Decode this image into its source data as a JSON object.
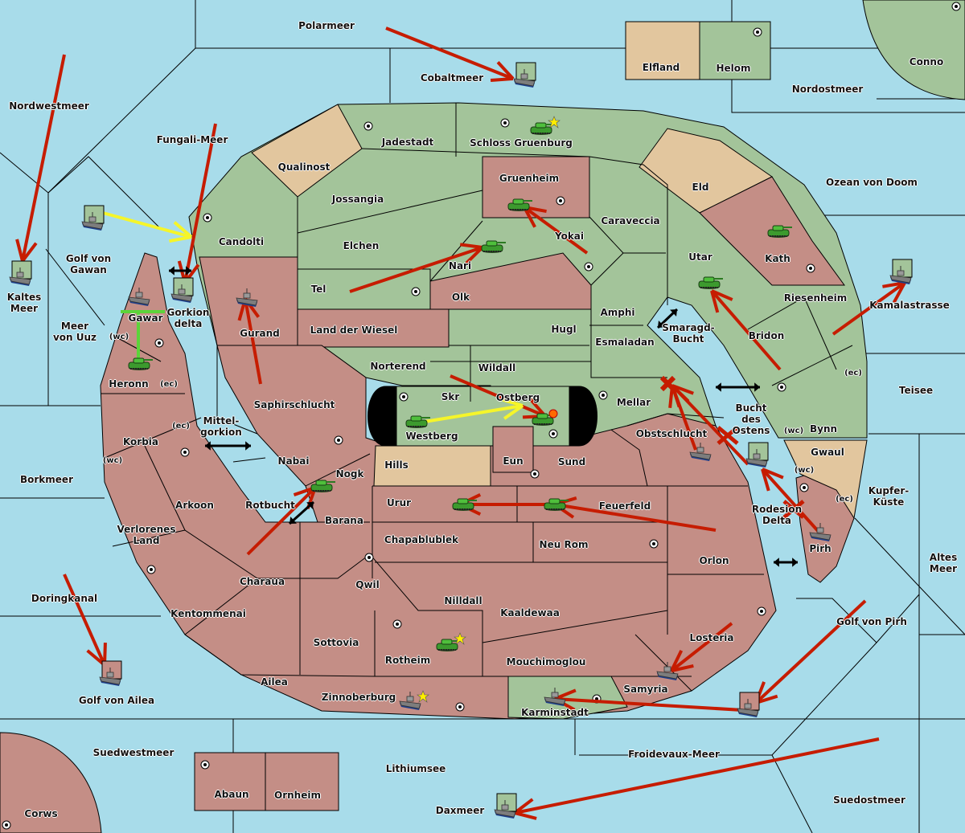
{
  "colors": {
    "sea": "#a8dcea",
    "land_green": "#a3c49a",
    "land_red": "#c48e86",
    "land_neutral": "#e2c69e",
    "border": "#000000",
    "order_move": "#c61c00",
    "order_support": "#f5f52a",
    "order_convoy": "#5cd43a",
    "unit_army": "#3c9a2e",
    "unit_fleet_hull": "#777777"
  },
  "provinces": {
    "sea": [
      "Polarmeer",
      "Cobaltmeer",
      "Nordwestmeer",
      "Fungali-Meer",
      "Golf von Gawan",
      "Kaltes Meer",
      "Meer von Uuz",
      "Gorkion delta",
      "Mittel-gorkion",
      "Borkmeer",
      "Rotbucht",
      "Doringkanal",
      "Golf von Ailea",
      "Suedwestmeer",
      "Lithiumsee",
      "Daxmeer",
      "Froidevaux-Meer",
      "Suedostmeer",
      "Golf von Pirh",
      "Altes Meer",
      "Kupfer-Küste",
      "Teisee",
      "Kamalastrasse",
      "Ozean von Doom",
      "Nordostmeer",
      "Smaragd-Bucht",
      "Bucht des Ostens",
      "Rodesion Delta"
    ],
    "green": [
      "Helom",
      "Conno",
      "Jadestadt",
      "Schloss Gruenburg",
      "Candolti",
      "Jossangia",
      "Elchen",
      "Nari",
      "Tel",
      "Caraveccia",
      "Yokai",
      "Utar",
      "Amphi",
      "Hugl",
      "Esmaladan",
      "Riesenheim",
      "Bridon",
      "Bynn",
      "Norterend",
      "Wildall",
      "Skr",
      "Westberg",
      "Ostberg",
      "Mellar",
      "Karminstadt"
    ],
    "red": [
      "Gruenheim",
      "Kath",
      "Gurand",
      "Land der Wiesel",
      "Olk",
      "Gawar",
      "Heronn",
      "Korbia",
      "Arkoon",
      "Verlorenes Land",
      "Kentommenai",
      "Charaua",
      "Saphirschlucht",
      "Nabai",
      "Nogk",
      "Barana",
      "Urur",
      "Feuerfeld",
      "Eun",
      "Sund",
      "Obstschlucht",
      "Chapablublek",
      "Neu Rom",
      "Qwil",
      "Nilldall",
      "Kaaldewaa",
      "Sottovia",
      "Rotheim",
      "Mouchimoglou",
      "Ailea",
      "Zinnoberburg",
      "Samyria",
      "Losteria",
      "Orlon",
      "Pirh",
      "Abaun",
      "Ornheim",
      "Corws"
    ],
    "neutral": [
      "Elfland",
      "Qualinost",
      "Eld",
      "Hills",
      "Gwaul"
    ]
  },
  "labels": [
    {
      "id": "polarmeer",
      "text": "Polarmeer"
    },
    {
      "id": "cobaltmeer",
      "text": "Cobaltmeer"
    },
    {
      "id": "elfland",
      "text": "Elfland"
    },
    {
      "id": "helom",
      "text": "Helom"
    },
    {
      "id": "conno",
      "text": "Conno"
    },
    {
      "id": "nordostmeer",
      "text": "Nordostmeer"
    },
    {
      "id": "nordwestmeer",
      "text": "Nordwestmeer"
    },
    {
      "id": "fungali",
      "text": "Fungali-Meer"
    },
    {
      "id": "jadestadt",
      "text": "Jadestadt"
    },
    {
      "id": "schloss",
      "text": "Schloss Gruenburg"
    },
    {
      "id": "qualinost",
      "text": "Qualinost"
    },
    {
      "id": "gruenheim",
      "text": "Gruenheim"
    },
    {
      "id": "eld",
      "text": "Eld"
    },
    {
      "id": "ozean",
      "text": "Ozean von Doom"
    },
    {
      "id": "jossangia",
      "text": "Jossangia"
    },
    {
      "id": "caraveccia",
      "text": "Caraveccia"
    },
    {
      "id": "candolti",
      "text": "Candolti"
    },
    {
      "id": "yokai",
      "text": "Yokai"
    },
    {
      "id": "kath",
      "text": "Kath"
    },
    {
      "id": "elchen",
      "text": "Elchen"
    },
    {
      "id": "nari",
      "text": "Nari"
    },
    {
      "id": "utar",
      "text": "Utar"
    },
    {
      "id": "golfgawan",
      "text": "Golf von\nGawan"
    },
    {
      "id": "kaltes",
      "text": "Kaltes\nMeer"
    },
    {
      "id": "tel",
      "text": "Tel"
    },
    {
      "id": "olk",
      "text": "Olk"
    },
    {
      "id": "riesenheim",
      "text": "Riesenheim"
    },
    {
      "id": "kamala",
      "text": "Kamalastrasse"
    },
    {
      "id": "amphi",
      "text": "Amphi"
    },
    {
      "id": "gawar",
      "text": "Gawar"
    },
    {
      "id": "gorkion",
      "text": "Gorkion\ndelta"
    },
    {
      "id": "meeruuz",
      "text": "Meer\nvon Uuz"
    },
    {
      "id": "gurand",
      "text": "Gurand"
    },
    {
      "id": "wiesel",
      "text": "Land der Wiesel"
    },
    {
      "id": "hugl",
      "text": "Hugl"
    },
    {
      "id": "smaragd",
      "text": "Smaragd-\nBucht"
    },
    {
      "id": "bridon",
      "text": "Bridon"
    },
    {
      "id": "esmaladan",
      "text": "Esmaladan"
    },
    {
      "id": "norterend",
      "text": "Norterend"
    },
    {
      "id": "wildall",
      "text": "Wildall"
    },
    {
      "id": "heronn",
      "text": "Heronn"
    },
    {
      "id": "teisee",
      "text": "Teisee"
    },
    {
      "id": "skr",
      "text": "Skr"
    },
    {
      "id": "ostberg",
      "text": "Ostberg"
    },
    {
      "id": "mellar",
      "text": "Mellar"
    },
    {
      "id": "saphir",
      "text": "Saphirschlucht"
    },
    {
      "id": "bucht",
      "text": "Bucht\ndes\nOstens"
    },
    {
      "id": "mittel",
      "text": "Mittel-\ngorkion"
    },
    {
      "id": "bynn",
      "text": "Bynn"
    },
    {
      "id": "westberg",
      "text": "Westberg"
    },
    {
      "id": "obst",
      "text": "Obstschlucht"
    },
    {
      "id": "korbia",
      "text": "Korbia"
    },
    {
      "id": "nabai",
      "text": "Nabai"
    },
    {
      "id": "hills",
      "text": "Hills"
    },
    {
      "id": "eun",
      "text": "Eun"
    },
    {
      "id": "sund",
      "text": "Sund"
    },
    {
      "id": "gwaul",
      "text": "Gwaul"
    },
    {
      "id": "borkmeer",
      "text": "Borkmeer"
    },
    {
      "id": "nogk",
      "text": "Nogk"
    },
    {
      "id": "kupfer",
      "text": "Kupfer-\nKüste"
    },
    {
      "id": "urur",
      "text": "Urur"
    },
    {
      "id": "feuerfeld",
      "text": "Feuerfeld"
    },
    {
      "id": "arkoon",
      "text": "Arkoon"
    },
    {
      "id": "rotbucht",
      "text": "Rotbucht"
    },
    {
      "id": "rodesion",
      "text": "Rodesion\nDelta"
    },
    {
      "id": "barana",
      "text": "Barana"
    },
    {
      "id": "verlorenes",
      "text": "Verlorenes\nLand"
    },
    {
      "id": "chapa",
      "text": "Chapablublek"
    },
    {
      "id": "neurom",
      "text": "Neu Rom"
    },
    {
      "id": "pirh",
      "text": "Pirh"
    },
    {
      "id": "altes",
      "text": "Altes\nMeer"
    },
    {
      "id": "orlon",
      "text": "Orlon"
    },
    {
      "id": "charaua",
      "text": "Charaua"
    },
    {
      "id": "qwil",
      "text": "Qwil"
    },
    {
      "id": "doring",
      "text": "Doringkanal"
    },
    {
      "id": "nilldall",
      "text": "Nilldall"
    },
    {
      "id": "kaaldewaa",
      "text": "Kaaldewaa"
    },
    {
      "id": "kentom",
      "text": "Kentommenai"
    },
    {
      "id": "golfpirh",
      "text": "Golf von Pirh"
    },
    {
      "id": "losteria",
      "text": "Losteria"
    },
    {
      "id": "sottovia",
      "text": "Sottovia"
    },
    {
      "id": "rotheim",
      "text": "Rotheim"
    },
    {
      "id": "mouchi",
      "text": "Mouchimoglou"
    },
    {
      "id": "ailea",
      "text": "Ailea"
    },
    {
      "id": "samyria",
      "text": "Samyria"
    },
    {
      "id": "zinnober",
      "text": "Zinnoberburg"
    },
    {
      "id": "golfailea",
      "text": "Golf von Ailea"
    },
    {
      "id": "karmin",
      "text": "Karminstadt"
    },
    {
      "id": "suedwest",
      "text": "Suedwestmeer"
    },
    {
      "id": "froide",
      "text": "Froidevaux-Meer"
    },
    {
      "id": "lithium",
      "text": "Lithiumsee"
    },
    {
      "id": "abaun",
      "text": "Abaun"
    },
    {
      "id": "ornheim",
      "text": "Ornheim"
    },
    {
      "id": "suedost",
      "text": "Suedostmeer"
    },
    {
      "id": "daxmeer",
      "text": "Daxmeer"
    },
    {
      "id": "corws",
      "text": "Corws"
    }
  ],
  "coast_tags": {
    "wc": "(wc)",
    "ec": "(ec)"
  },
  "units": [
    {
      "type": "fleet",
      "province": "Cobaltmeer",
      "owner_flag": "green"
    },
    {
      "type": "army",
      "province": "Schloss Gruenburg",
      "star": true
    },
    {
      "type": "army",
      "province": "Gruenheim"
    },
    {
      "type": "army",
      "province": "Nari"
    },
    {
      "type": "army",
      "province": "Kath"
    },
    {
      "type": "army",
      "province": "Utar"
    },
    {
      "type": "fleet",
      "province": "Golf von Gawan",
      "owner_flag": "green"
    },
    {
      "type": "fleet",
      "province": "Kaltes Meer",
      "owner_flag": "green"
    },
    {
      "type": "fleet",
      "province": "Gawar"
    },
    {
      "type": "fleet",
      "province": "Gorkion delta",
      "owner_flag": "green"
    },
    {
      "type": "fleet",
      "province": "Gurand"
    },
    {
      "type": "army",
      "province": "Heronn"
    },
    {
      "type": "fleet",
      "province": "Kamalastrasse",
      "owner_flag": "green"
    },
    {
      "type": "army",
      "province": "Westberg"
    },
    {
      "type": "army",
      "province": "Ostberg",
      "dislodged_burst": true
    },
    {
      "type": "fleet",
      "province": "Obstschlucht"
    },
    {
      "type": "fleet",
      "province": "Bucht des Ostens",
      "owner_flag": "green"
    },
    {
      "type": "fleet",
      "province": "Pirh"
    },
    {
      "type": "army",
      "province": "Nogk"
    },
    {
      "type": "army",
      "province": "Urur"
    },
    {
      "type": "army",
      "province": "Feuerfeld"
    },
    {
      "type": "army",
      "province": "Rotheim",
      "star": true
    },
    {
      "type": "fleet",
      "province": "Zinnoberburg",
      "star": true
    },
    {
      "type": "fleet",
      "province": "Karminstadt"
    },
    {
      "type": "fleet",
      "province": "Samyria"
    },
    {
      "type": "fleet",
      "province": "Golf von Ailea",
      "owner_flag": "red"
    },
    {
      "type": "fleet",
      "province": "Golf von Pirh",
      "owner_flag": "red"
    },
    {
      "type": "fleet",
      "province": "Daxmeer",
      "owner_flag": "green"
    }
  ],
  "orders": {
    "moves": 22,
    "supports": 2,
    "convoys": 1,
    "failed_marks": 3,
    "swap_arrows": 6
  }
}
